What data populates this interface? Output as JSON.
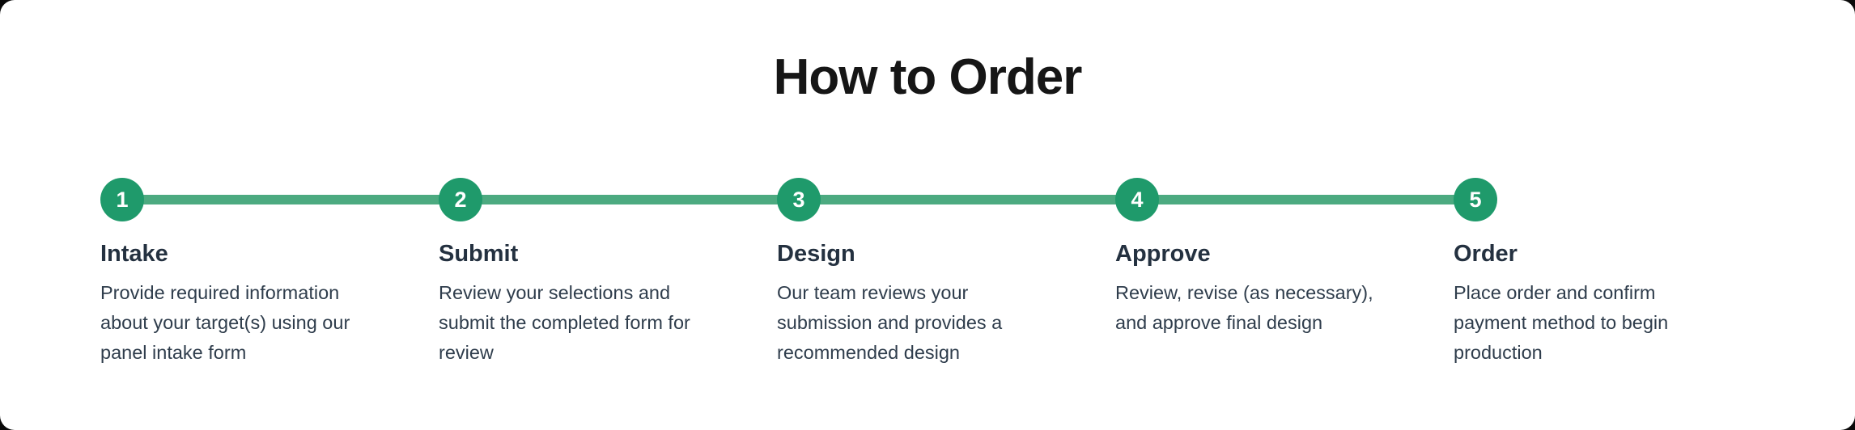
{
  "page": {
    "title": "How to Order"
  },
  "colors": {
    "accent_circle": "#1f9a6b",
    "accent_line": "#4caa80",
    "heading_text": "#161616",
    "step_title_text": "#243140",
    "step_body_text": "#2f3d4c",
    "card_bg": "#ffffff"
  },
  "steps": [
    {
      "number": "1",
      "title": "Intake",
      "description": "Provide required information about your target(s) using our panel intake form"
    },
    {
      "number": "2",
      "title": "Submit",
      "description": "Review your selections and submit the completed form for review"
    },
    {
      "number": "3",
      "title": "Design",
      "description": "Our team reviews your submission and provides a recommended design"
    },
    {
      "number": "4",
      "title": "Approve",
      "description": "Review, revise (as necessary), and approve final design"
    },
    {
      "number": "5",
      "title": "Order",
      "description": "Place order and confirm payment method to begin production"
    }
  ]
}
